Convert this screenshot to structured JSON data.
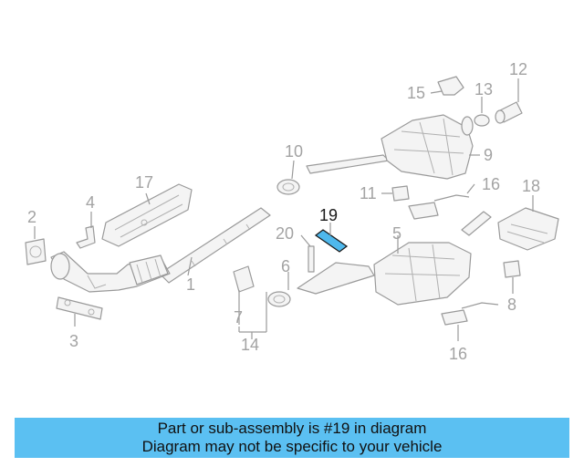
{
  "diagram": {
    "highlight_color": "#4fb8ec",
    "callouts": [
      {
        "id": "c1",
        "label": "1"
      },
      {
        "id": "c2",
        "label": "2"
      },
      {
        "id": "c3",
        "label": "3"
      },
      {
        "id": "c4",
        "label": "4"
      },
      {
        "id": "c5",
        "label": "5"
      },
      {
        "id": "c6",
        "label": "6"
      },
      {
        "id": "c7",
        "label": "7"
      },
      {
        "id": "c8",
        "label": "8"
      },
      {
        "id": "c9",
        "label": "9"
      },
      {
        "id": "c10",
        "label": "10"
      },
      {
        "id": "c11",
        "label": "11"
      },
      {
        "id": "c12",
        "label": "12"
      },
      {
        "id": "c13",
        "label": "13"
      },
      {
        "id": "c14",
        "label": "14"
      },
      {
        "id": "c15",
        "label": "15"
      },
      {
        "id": "c16a",
        "label": "16"
      },
      {
        "id": "c16b",
        "label": "16"
      },
      {
        "id": "c17",
        "label": "17"
      },
      {
        "id": "c18",
        "label": "18"
      },
      {
        "id": "c19",
        "label": "19"
      },
      {
        "id": "c20",
        "label": "20"
      }
    ]
  },
  "banner": {
    "color": "#5bc0f2",
    "line1": "Part or sub-assembly is #19 in diagram",
    "line2": "Diagram may not be specific to your vehicle"
  }
}
